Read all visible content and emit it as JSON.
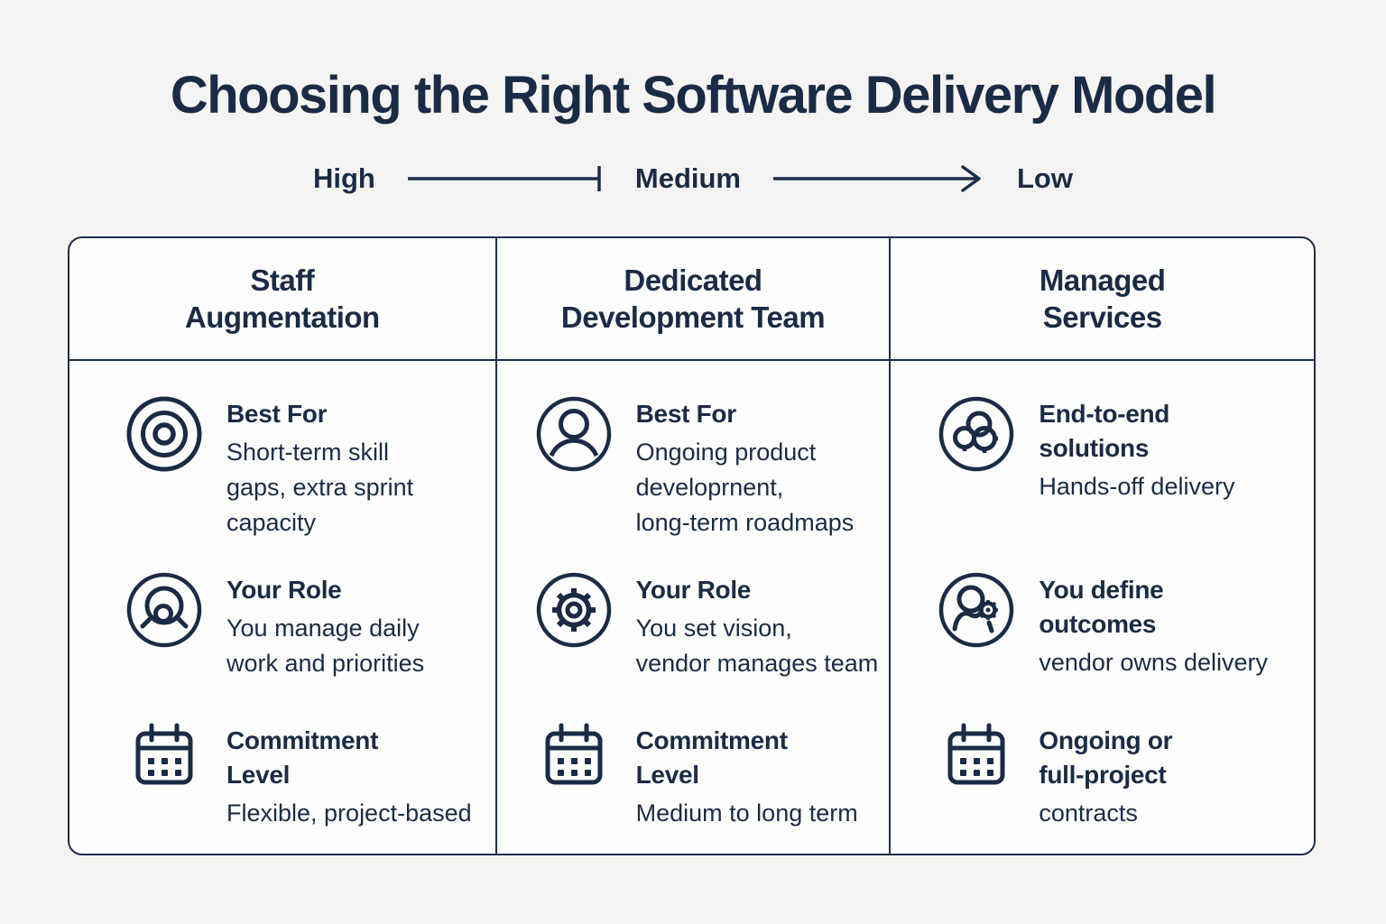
{
  "title": "Choosing the Right Software Delivery Model",
  "scale": {
    "high_label": "High",
    "medium_label": "Medium",
    "low_label": "Low"
  },
  "colors": {
    "navy": "#1b2b45",
    "line": "#1d2e4a",
    "page_bg": "#f5f4f2",
    "card_bg": "#fdfdfb"
  },
  "columns": [
    {
      "header": "Staff\nAugmentation",
      "items": [
        {
          "icon": "target-icon",
          "title": "Best For",
          "desc": "Short-term skill\ngaps, extra sprint\ncapacity"
        },
        {
          "icon": "person-search-icon",
          "title": "Your Role",
          "desc": "You manage daily\nwork and priorities"
        },
        {
          "icon": "calendar-icon",
          "title": "Commitment\nLevel",
          "desc": "Flexible, project-based"
        }
      ]
    },
    {
      "header": "Dedicated\nDevelopment Team",
      "items": [
        {
          "icon": "user-icon",
          "title": "Best For",
          "desc": "Ongoing product\ndeveloprnent,\nlong-term roadmaps"
        },
        {
          "icon": "gear-icon",
          "title": "Your Role",
          "desc": "You set vision,\nvendor manages team"
        },
        {
          "icon": "calendar-icon",
          "title": "Commitment\nLevel",
          "desc": "Medium to long term"
        }
      ]
    },
    {
      "header": "Managed\nServices",
      "items": [
        {
          "icon": "cluster-icon",
          "title": "End-to-end\nsolutions",
          "desc": "Hands-off delivery"
        },
        {
          "icon": "person-gear-icon",
          "title": "You define\noutcomes",
          "desc": "vendor owns delivery"
        },
        {
          "icon": "calendar-icon",
          "title": "Ongoing or\nfull-project",
          "desc": "contracts"
        }
      ]
    }
  ]
}
